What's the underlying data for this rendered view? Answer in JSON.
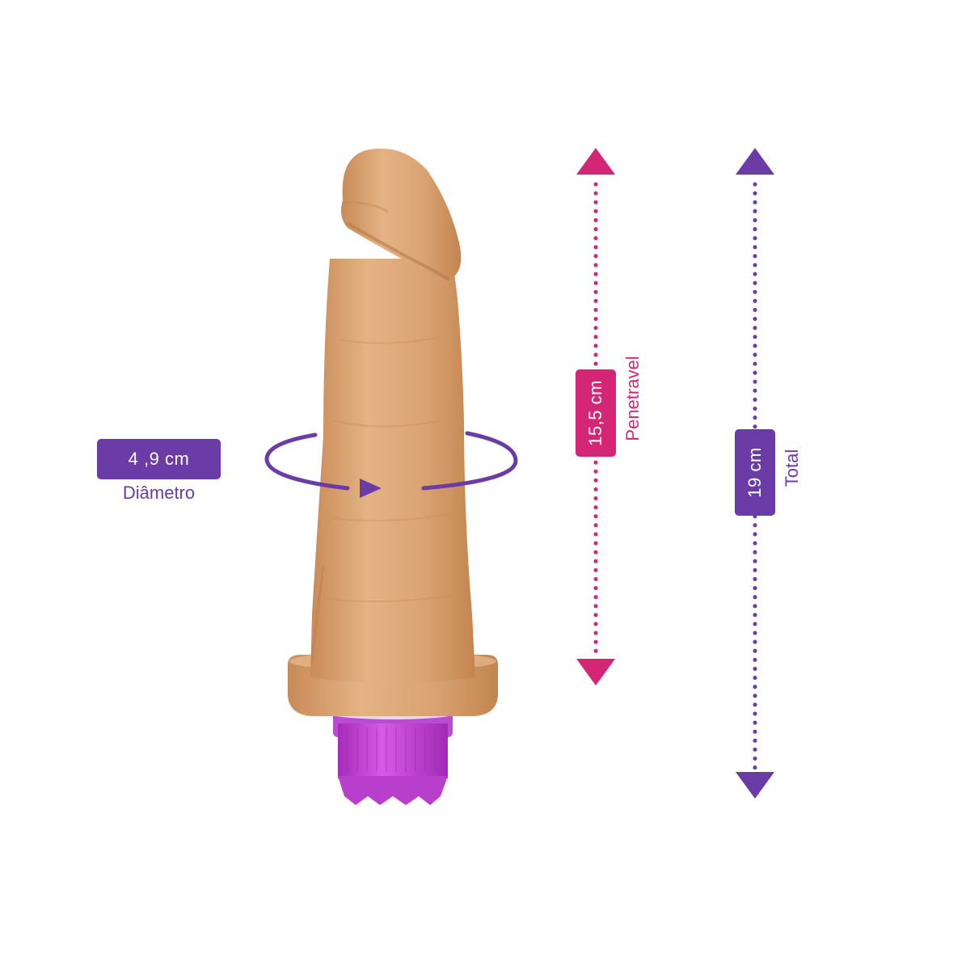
{
  "colors": {
    "purple": "#6b3ba6",
    "magenta": "#d32776",
    "skin": "#d9a272",
    "cap": "#c23ed6"
  },
  "icons": {
    "diameter": "rotation-arrow-icon",
    "penetrable": "double-arrow-icon",
    "total": "double-arrow-icon"
  },
  "diameter": {
    "value": "4 ,9 cm",
    "label": "Diâmetro"
  },
  "penetrable": {
    "value": "15,5 cm",
    "label": "Penetravel"
  },
  "total": {
    "value": "19 cm",
    "label": "Total"
  }
}
